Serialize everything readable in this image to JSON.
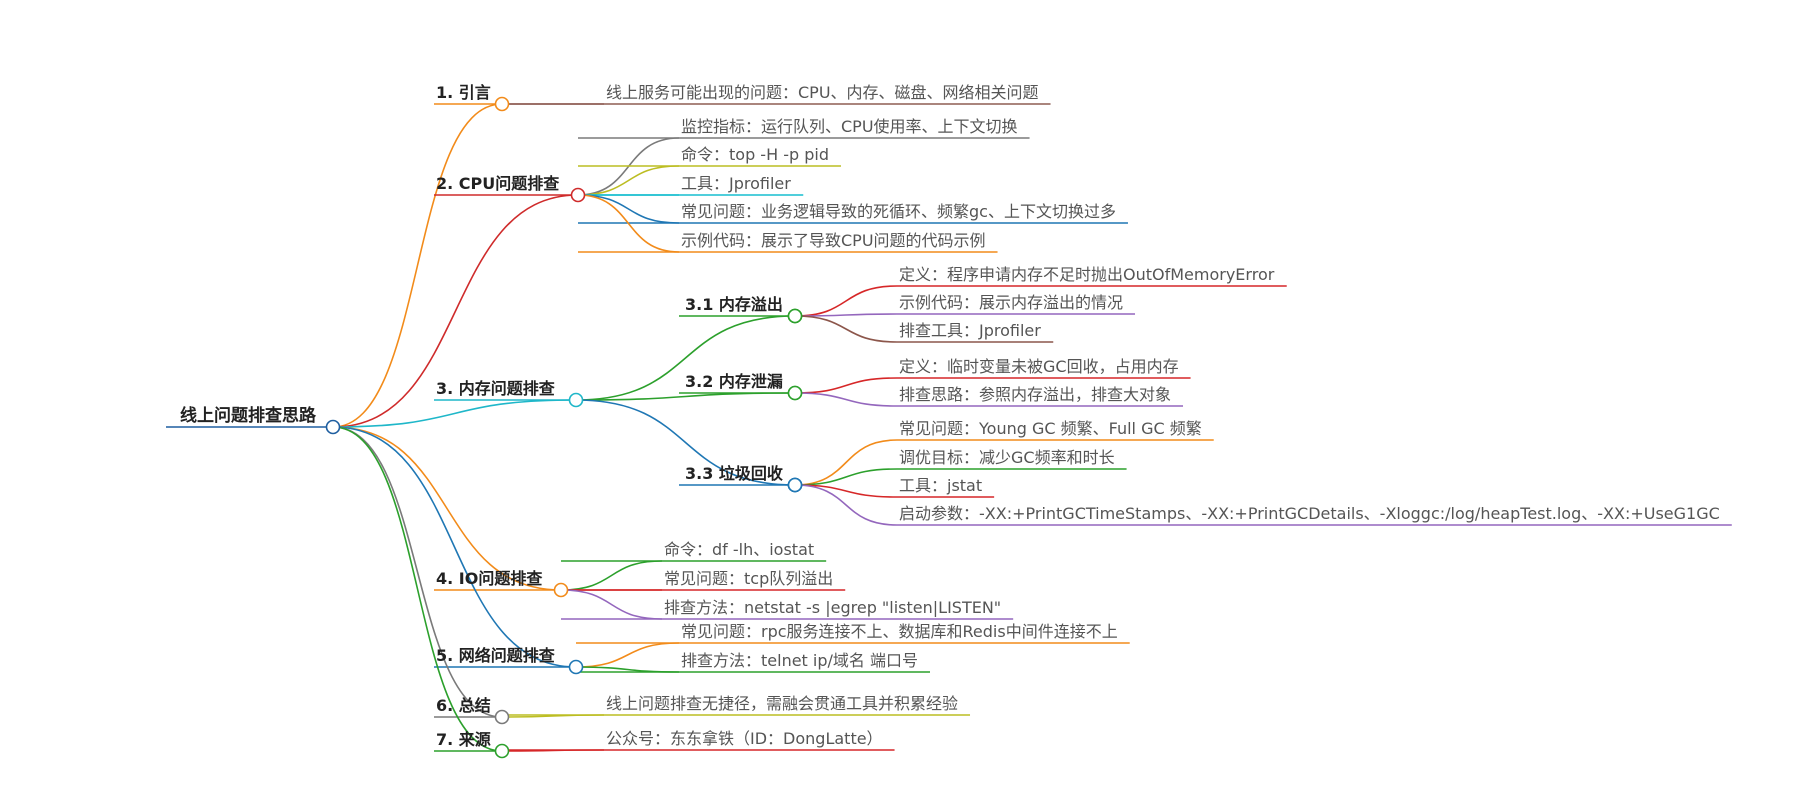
{
  "root": {
    "label": "线上问题排查思路",
    "color": "#1f5fa0"
  },
  "sections": [
    {
      "key": "intro",
      "label": "1. 引言",
      "color": "#f28b1a",
      "children": [
        {
          "label": "线上服务可能出现的问题：CPU、内存、磁盘、网络相关问题",
          "color": "#8d5d52"
        }
      ]
    },
    {
      "key": "cpu",
      "label": "2. CPU问题排查",
      "color": "#cf2b2b",
      "children": [
        {
          "label": "监控指标：运行队列、CPU使用率、上下文切换",
          "color": "#7a7a7a"
        },
        {
          "label": "命令：top -H -p pid",
          "color": "#bcbd22"
        },
        {
          "label": "工具：Jprofiler",
          "color": "#17becf"
        },
        {
          "label": "常见问题：业务逻辑导致的死循环、频繁gc、上下文切换过多",
          "color": "#1f77b4"
        },
        {
          "label": "示例代码：展示了导致CPU问题的代码示例",
          "color": "#f28b1a"
        }
      ]
    },
    {
      "key": "memory",
      "label": "3. 内存问题排查",
      "color": "#1fb7c9",
      "children": [
        {
          "label": "3.1 内存溢出",
          "color": "#2ca02c",
          "children": [
            {
              "label": "定义：程序申请内存不足时抛出OutOfMemoryError",
              "color": "#d62728"
            },
            {
              "label": "示例代码：展示内存溢出的情况",
              "color": "#9467bd"
            },
            {
              "label": "排查工具：Jprofiler",
              "color": "#8c564b"
            }
          ]
        },
        {
          "label": "3.2 内存泄漏",
          "color": "#2ca02c",
          "children": [
            {
              "label": "定义：临时变量未被GC回收，占用内存",
              "color": "#d62728"
            },
            {
              "label": "排查思路：参照内存溢出，排查大对象",
              "color": "#9467bd"
            }
          ]
        },
        {
          "label": "3.3 垃圾回收",
          "color": "#1f77b4",
          "children": [
            {
              "label": "常见问题：Young GC 频繁、Full GC 频繁",
              "color": "#f28b1a"
            },
            {
              "label": "调优目标：减少GC频率和时长",
              "color": "#2ca02c"
            },
            {
              "label": "工具：jstat",
              "color": "#d62728"
            },
            {
              "label": "启动参数：-XX:+PrintGCTimeStamps、-XX:+PrintGCDetails、-Xloggc:/log/heapTest.log、-XX:+UseG1GC",
              "color": "#9467bd"
            }
          ]
        }
      ]
    },
    {
      "key": "io",
      "label": "4. IO问题排查",
      "color": "#f28b1a",
      "children": [
        {
          "label": "命令：df -lh、iostat",
          "color": "#2ca02c"
        },
        {
          "label": "常见问题：tcp队列溢出",
          "color": "#d62728"
        },
        {
          "label": "排查方法：netstat -s |egrep \"listen|LISTEN\"",
          "color": "#9467bd"
        }
      ]
    },
    {
      "key": "network",
      "label": "5. 网络问题排查",
      "color": "#1f77b4",
      "children": [
        {
          "label": "常见问题：rpc服务连接不上、数据库和Redis中间件连接不上",
          "color": "#f28b1a"
        },
        {
          "label": "排查方法：telnet ip/域名 端口号",
          "color": "#2ca02c"
        }
      ]
    },
    {
      "key": "summary",
      "label": "6. 总结",
      "color": "#7a7a7a",
      "children": [
        {
          "label": "线上问题排查无捷径，需融会贯通工具并积累经验",
          "color": "#bcbd22"
        }
      ]
    },
    {
      "key": "source",
      "label": "7. 来源",
      "color": "#2ca02c",
      "children": [
        {
          "label": "公众号：东东拿铁（ID：DongLatte）",
          "color": "#d62728"
        }
      ]
    }
  ]
}
